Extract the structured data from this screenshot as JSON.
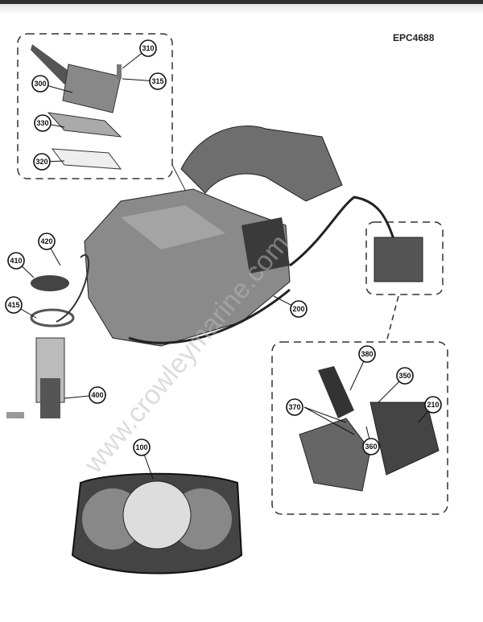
{
  "diagram_code": "EPC4688",
  "watermark": "www.crowleymarine.com",
  "callouts": [
    "310",
    "300",
    "315",
    "330",
    "320",
    "420",
    "410",
    "415",
    "400",
    "200",
    "100",
    "380",
    "350",
    "370",
    "360",
    "210"
  ]
}
